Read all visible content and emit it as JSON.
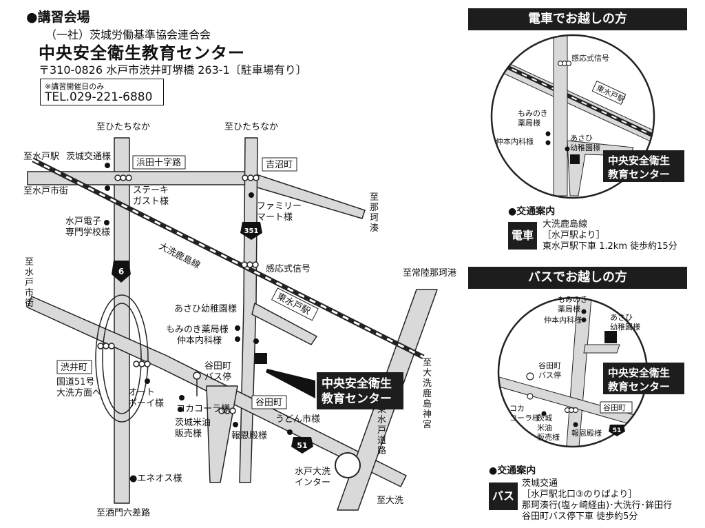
{
  "venue": {
    "heading": "●講習会場",
    "org": "（一社）茨城労働基準協会連合会",
    "center_name": "中央安全衛生教育センター",
    "address": "〒310-0826 水戸市渋井町堺橋 263-1〔駐車場有り〕",
    "tel_note": "※講習開催日のみ",
    "tel": "TEL.029-221-6880"
  },
  "main_map": {
    "directions": {
      "hitachinaka_1": "至ひたちなか",
      "hitachinaka_2": "至ひたちなか",
      "mito_station": "至水戸駅",
      "mito_shigai_h": "至水戸市街",
      "naka_minato": "至那珂湊",
      "mito_shigai_v": "至水戸市街",
      "hitachinaka_port": "至常陸那珂港",
      "oarai_kashima": "至大洗鹿島神宮",
      "sakado_rokusaro": "至酒門六差路",
      "oarai": "至大洗"
    },
    "intersections": {
      "hamada": "浜田十字路",
      "yoshinuma": "吉沼町",
      "shibui": "渋井町",
      "yatamachi": "谷田町"
    },
    "landmarks": {
      "ibaraki_kotsu": "茨城交通様",
      "steak_gusto": "ステーキ\nガスト様",
      "family_mart": "ファミリー\nマート様",
      "mito_denshi": "水戸電子\n専門学校様",
      "sensor_signal": "感応式信号",
      "asahi": "あさひ幼稚園様",
      "momiji": "もみのき薬局様",
      "nakamoto": "仲本内科様",
      "yatamachi_bus": "谷田町\nバス停",
      "cocacola": "コカコーラ様",
      "auto_boy": "オート\nボーイ様",
      "kokudo51": "国道51号\n大洗方面へ",
      "ibaraki_beiyu": "茨城米油\n販売様",
      "houon_den": "報恩殿様",
      "udon": "うどん市様",
      "eneos": "●エネオス様",
      "mito_oarai_ic": "水戸大洗\nインター",
      "higashi_mito_road": "東水戸道路",
      "oarai_kashima_line": "大洗鹿島線",
      "higashi_mito_station": "東水戸駅"
    },
    "route_numbers": {
      "r6": "6",
      "r351": "351",
      "r51": "51"
    },
    "callout": "中央安全衛生\n教育センター"
  },
  "train": {
    "header": "電車でお越しの方",
    "inset": {
      "sensor_signal": "感応式信号",
      "station": "東水戸駅",
      "momiji": "もみのき\n薬局様",
      "nakamoto": "仲本内科様",
      "asahi": "あさひ\n幼稚園様",
      "callout": "中央安全衛生\n教育センター"
    },
    "guide_heading": "●交通案内",
    "tag": "電車",
    "lines": [
      "大洗鹿島線",
      "［水戸駅より］",
      "東水戸駅下車 1.2km 徒歩約15分"
    ]
  },
  "bus": {
    "header": "バスでお越しの方",
    "inset": {
      "momiji": "もみのき\n薬局様",
      "nakamoto": "仲本内科様",
      "asahi": "あさひ\n幼稚園様",
      "bus_stop": "谷田町\nバス停",
      "cocacola": "コカ\nコーラ様",
      "ibaraki_beiyu": "茨城\n米油\n販売様",
      "houon_den": "報恩殿様",
      "yatamachi": "谷田町",
      "route51": "51",
      "callout": "中央安全衛生\n教育センター"
    },
    "guide_heading": "●交通案内",
    "tag": "バス",
    "lines": [
      "茨城交通",
      "［水戸駅北口③のりばより］",
      "那珂湊行(塩ヶ崎経由)･大洗行･鉾田行",
      "谷田町バス停下車 徒歩約5分"
    ]
  }
}
